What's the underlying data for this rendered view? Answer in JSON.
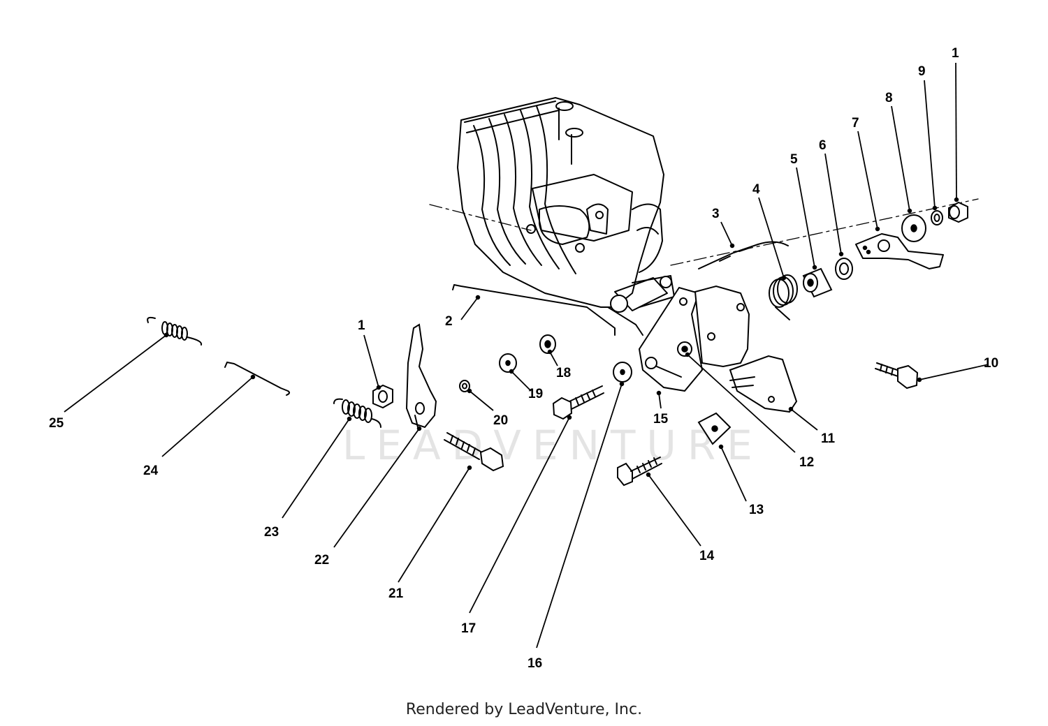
{
  "diagram": {
    "watermark": "LEADVENTURE",
    "footer": "Rendered by LeadVenture, Inc.",
    "callouts": [
      {
        "id": "c1a",
        "label": "1"
      },
      {
        "id": "c9",
        "label": "9"
      },
      {
        "id": "c8",
        "label": "8"
      },
      {
        "id": "c7",
        "label": "7"
      },
      {
        "id": "c6",
        "label": "6"
      },
      {
        "id": "c5",
        "label": "5"
      },
      {
        "id": "c4",
        "label": "4"
      },
      {
        "id": "c3",
        "label": "3"
      },
      {
        "id": "c2",
        "label": "2"
      },
      {
        "id": "c10",
        "label": "10"
      },
      {
        "id": "c11",
        "label": "11"
      },
      {
        "id": "c12",
        "label": "12"
      },
      {
        "id": "c13",
        "label": "13"
      },
      {
        "id": "c14",
        "label": "14"
      },
      {
        "id": "c15",
        "label": "15"
      },
      {
        "id": "c16",
        "label": "16"
      },
      {
        "id": "c17",
        "label": "17"
      },
      {
        "id": "c18",
        "label": "18"
      },
      {
        "id": "c19",
        "label": "19"
      },
      {
        "id": "c20",
        "label": "20"
      },
      {
        "id": "c21",
        "label": "21"
      },
      {
        "id": "c22",
        "label": "22"
      },
      {
        "id": "c23",
        "label": "23"
      },
      {
        "id": "c24",
        "label": "24"
      },
      {
        "id": "c25",
        "label": "25"
      },
      {
        "id": "c1b",
        "label": "1"
      }
    ]
  }
}
